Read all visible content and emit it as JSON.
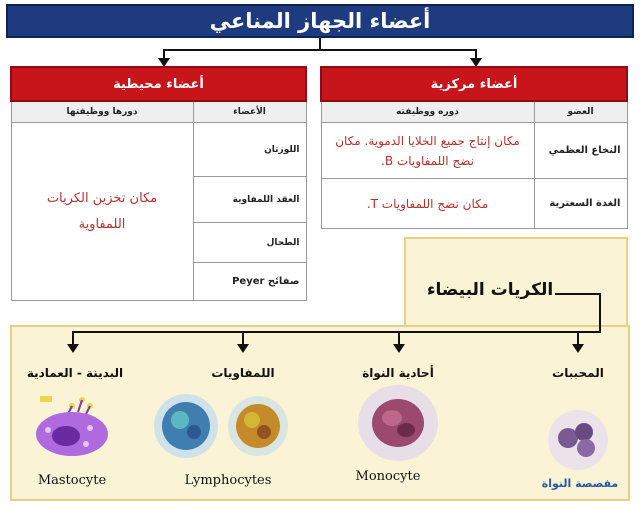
{
  "title": "أعضاء الجهاز المناعي",
  "central": {
    "header": "أعضاء مركزية",
    "col_organ": "العضو",
    "col_role": "دوره ووظيفته",
    "rows": [
      {
        "organ": "النخاع العظمي",
        "role": "مكان إنتاج جميع الخلايا الدموية. مكان نضج اللمفاويات B."
      },
      {
        "organ": "الغدة السعترية",
        "role": "مكان نضج اللمفاويات T."
      }
    ]
  },
  "peripheral": {
    "header": "أعضاء محيطية",
    "col_organ": "الأعضاء",
    "col_role": "دورها ووظيفتها",
    "organs": [
      "اللوزتان",
      "العقد اللمفاوية",
      "الطحال",
      "صفائح Peyer"
    ],
    "role": "مكان تخزين الكريات اللمفاوية"
  },
  "white_cells": {
    "label": "الكريات البيضاء",
    "types": [
      {
        "name": "المحببات",
        "english": "",
        "extra": "مفصصة النواة",
        "color": "#7a5a92"
      },
      {
        "name": "أحادية النواة",
        "english": "Monocyte",
        "extra": "",
        "color": "#9b4a6e"
      },
      {
        "name": "اللمفاويات",
        "english": "Lymphocytes",
        "extra": "",
        "color": "#3e7fb0"
      },
      {
        "name": "البدينة - العمادية",
        "english": "Mastocyte",
        "extra": "",
        "color": "#a15bd0"
      }
    ]
  }
}
